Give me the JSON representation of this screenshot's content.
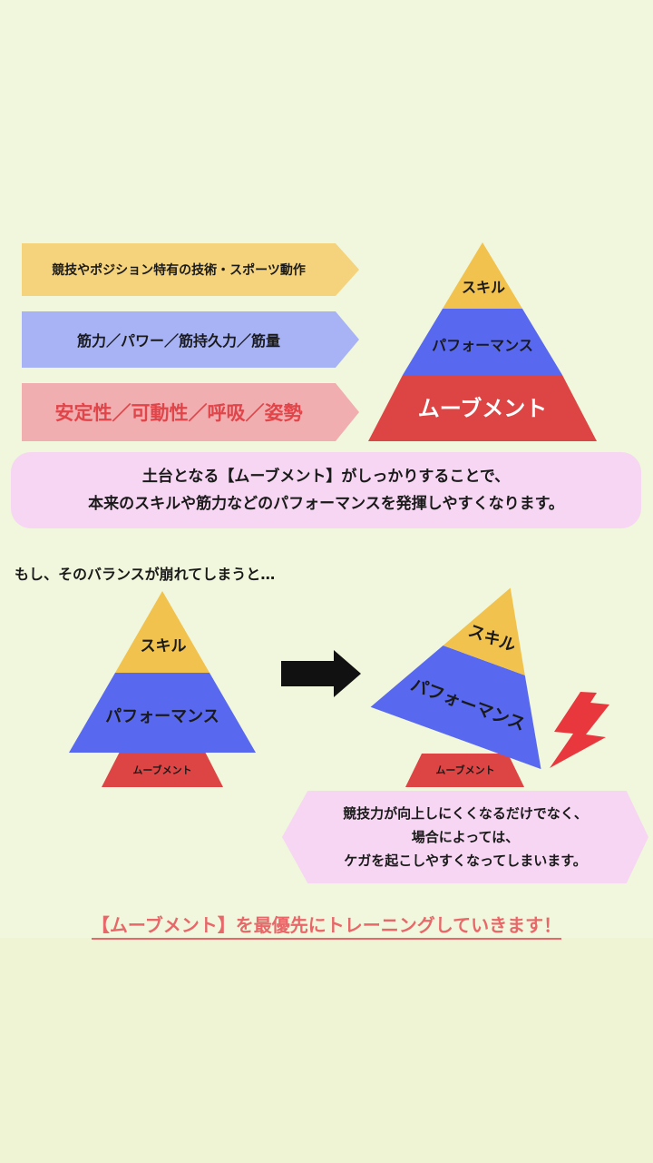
{
  "layers": {
    "skill_desc": "競技やポジション特有の技術・スポーツ動作",
    "performance_desc": "筋力／パワー／筋持久力／筋量",
    "movement_desc": "安定性／可動性／呼吸／姿勢"
  },
  "pyramid_labels": {
    "skill": "スキル",
    "performance": "パフォーマンス",
    "movement": "ムーブメント"
  },
  "info": {
    "line1": "土台となる【ムーブメント】がしっかりすることで、",
    "line2": "本来のスキルや筋力などのパフォーマンスを発揮しやすくなります。"
  },
  "lead": "もし、そのバランスが崩れてしまうと…",
  "warning": {
    "line1": "競技力が向上しにくくなるだけでなく、",
    "line2": "場合によっては、",
    "line3": "ケガを起こしやすくなってしまいます。"
  },
  "conclusion": "【ムーブメント】を最優先にトレーニングしていきます！",
  "colors": {
    "skill": "#f1c24d",
    "performance": "#5869f0",
    "movement": "#dd4545",
    "bolt": "#e8383e"
  }
}
